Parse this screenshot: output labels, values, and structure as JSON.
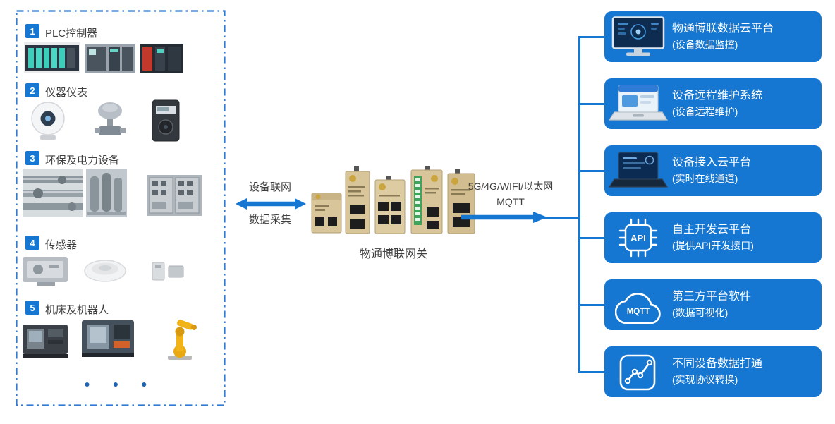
{
  "colors": {
    "primary_blue": "#1677d2",
    "panel_border_blue": "#2f7bd6",
    "text_dark": "#3f3f3f",
    "gateway_beige": "#d8c59a",
    "white": "#ffffff"
  },
  "left_panel": {
    "items": [
      {
        "num": "1",
        "label": "PLC控制器"
      },
      {
        "num": "2",
        "label": "仪器仪表"
      },
      {
        "num": "3",
        "label": "环保及电力设备"
      },
      {
        "num": "4",
        "label": "传感器"
      },
      {
        "num": "5",
        "label": "机床及机器人"
      }
    ],
    "more_dots": "●  ●  ●"
  },
  "middle": {
    "uplink_label_top": "设备联网",
    "uplink_label_bottom": "数据采集",
    "gateway_caption": "物通博联网关",
    "network_label": "5G/4G/WIFI/以太网",
    "protocol_label": "MQTT"
  },
  "right_panel": {
    "boxes": [
      {
        "icon": "dashboard-monitor-icon",
        "line1": "物通博联数据云平台",
        "line2": "(设备数据监控)"
      },
      {
        "icon": "remote-maintenance-laptop-icon",
        "line1": "设备远程维护系统",
        "line2": "(设备远程维护)"
      },
      {
        "icon": "cloud-access-laptop-icon",
        "line1": "设备接入云平台",
        "line2": "(实时在线通道)"
      },
      {
        "icon": "api-chip-icon",
        "icon_text": "API",
        "line1": "自主开发云平台",
        "line2": "(提供API开发接口)"
      },
      {
        "icon": "mqtt-cloud-icon",
        "icon_text": "MQTT",
        "line1": "第三方平台软件",
        "line2": "(数据可视化)"
      },
      {
        "icon": "data-exchange-chart-icon",
        "line1": "不同设备数据打通",
        "line2": "(实现协议转换)"
      }
    ]
  }
}
